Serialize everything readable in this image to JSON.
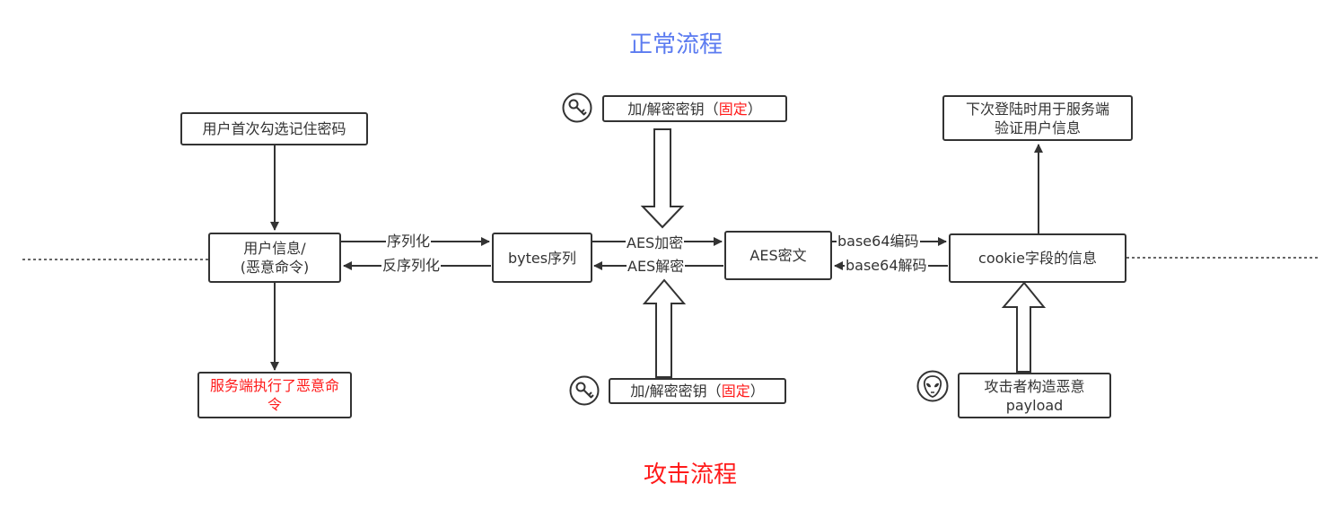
{
  "titles": {
    "normal": "正常流程",
    "attack": "攻击流程"
  },
  "colors": {
    "normal_title": "#5b7bf0",
    "attack_title": "#ff1a1a",
    "line": "#333333",
    "highlight": "#ff1a1a"
  },
  "nodes": {
    "user_first_check": "用户首次勾选记住密码",
    "user_info_line1": "用户信息/",
    "user_info_line2": "(恶意命令)",
    "server_exec": "服务端执行了恶意命令",
    "bytes_seq": "bytes序列",
    "key_top_prefix": "加/解密密钥（",
    "key_top_fixed": "固定",
    "key_top_suffix": "）",
    "key_bottom_prefix": "加/解密密钥（",
    "key_bottom_fixed": "固定",
    "key_bottom_suffix": "）",
    "aes_cipher": "AES密文",
    "cookie_info": "cookie字段的信息",
    "next_login": "下次登陆时用于服务端验证用户信息",
    "attacker_payload_line1": "攻击者构造恶意",
    "attacker_payload_line2": "payload"
  },
  "edges": {
    "serialize": "序列化",
    "deserialize": "反序列化",
    "aes_encrypt": "AES加密",
    "aes_decrypt": "AES解密",
    "b64_encode": "base64编码",
    "b64_decode": "base64解码"
  },
  "icons": {
    "key_top": "key-icon",
    "key_bottom": "key-icon",
    "attacker": "alien-mask-icon"
  }
}
